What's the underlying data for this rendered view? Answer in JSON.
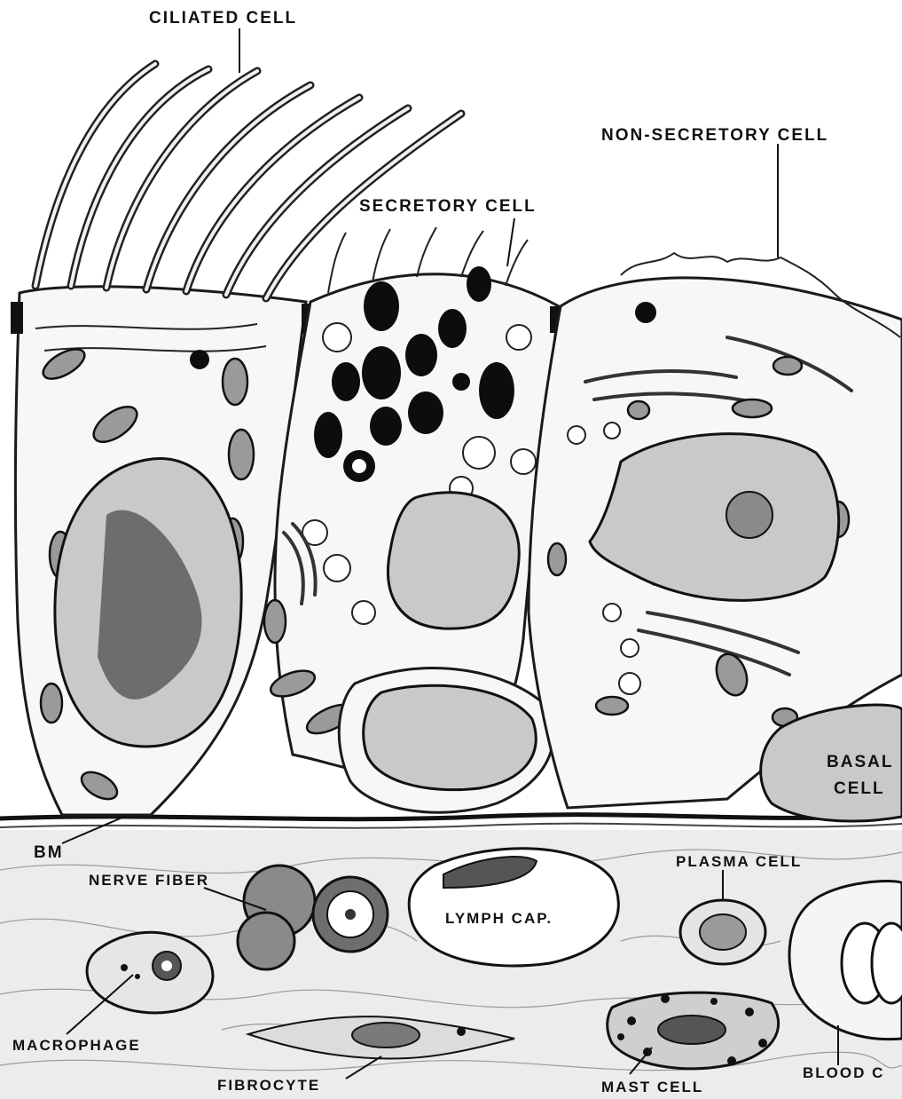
{
  "labels": {
    "ciliated_cell": "CILIATED CELL",
    "non_secretory_cell": "NON-SECRETORY CELL",
    "secretory_cell": "SECRETORY CELL",
    "basal_cell_line1": "BASAL",
    "basal_cell_line2": "CELL",
    "bm": "BM",
    "nerve_fiber": "NERVE FIBER",
    "plasma_cell": "PLASMA CELL",
    "lymph_cap": "LYMPH CAP.",
    "macrophage": "MACROPHAGE",
    "fibrocyte": "FIBROCYTE",
    "mast_cell": "MAST CELL",
    "blood_cap": "BLOOD C"
  },
  "colors": {
    "ink": "#111111",
    "cytoplasm": "#f7f7f5",
    "nucleus": "#c9c9c9",
    "mitochondria": "#9a9a9a",
    "granules": "#0d0d0d"
  }
}
